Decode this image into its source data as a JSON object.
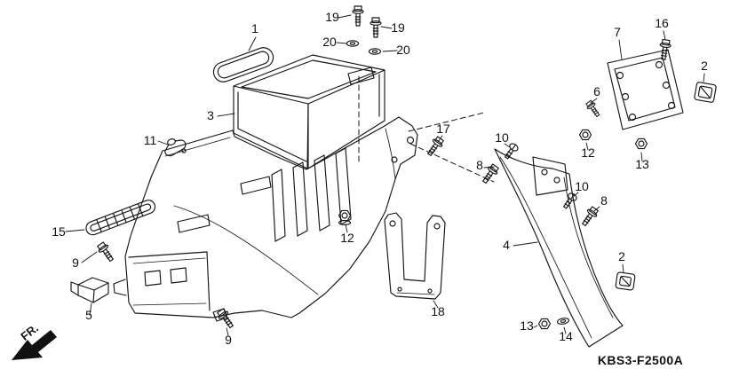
{
  "colors": {
    "line": "#151515",
    "background": "#ffffff"
  },
  "drawing_code": {
    "text": "KBS3-F2500A"
  },
  "direction_indicator": {
    "label": "FR."
  },
  "callouts": {
    "c1": "1",
    "c2_top": "2",
    "c2_bottom": "2",
    "c3": "3",
    "c4": "4",
    "c5": "5",
    "c6": "6",
    "c7": "7",
    "c8_mid": "8",
    "c8_right": "8",
    "c9_left": "9",
    "c9_bottom": "9",
    "c10_mid": "10",
    "c10_right": "10",
    "c11": "11",
    "c12_center": "12",
    "c12_right": "12",
    "c13_right": "13",
    "c13_bottom": "13",
    "c14": "14",
    "c15": "15",
    "c16": "16",
    "c17": "17",
    "c18": "18",
    "c19_left": "19",
    "c19_right": "19",
    "c20_left": "20",
    "c20_right": "20"
  }
}
